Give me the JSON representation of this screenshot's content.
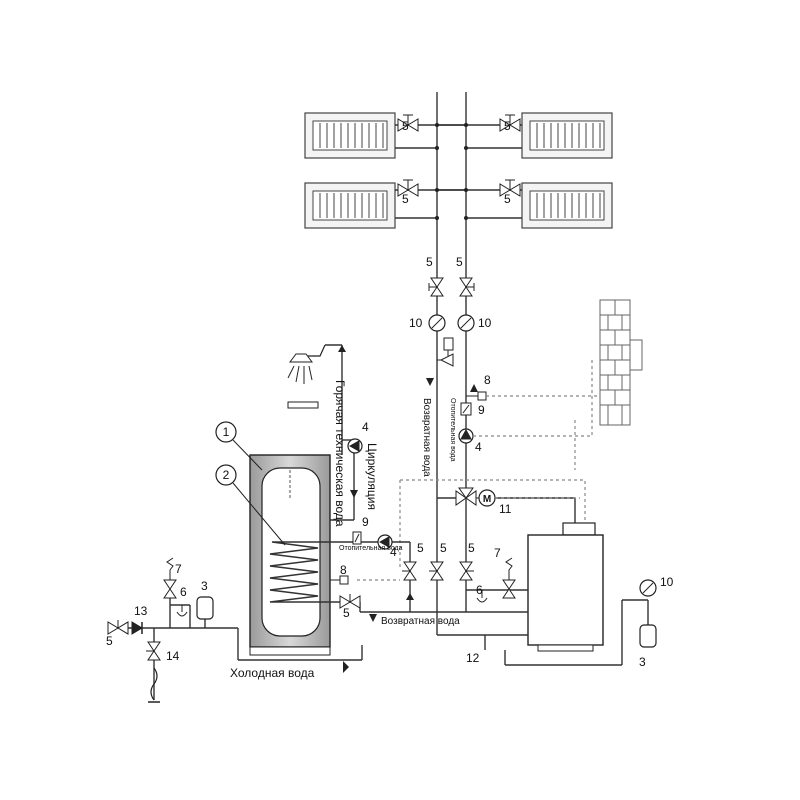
{
  "labels": {
    "hot_water": "Горячая техническая вода",
    "circulation": "Циркуляция",
    "return_water_mid": "Возвратная вода",
    "heating_water_mid": "Отопительная вода",
    "heating_water_small": "Отопительная вода",
    "return_water_bottom": "Возвратная вода",
    "cold_water": "Холодная вода"
  },
  "callouts": {
    "tank": "1",
    "coil": "2"
  },
  "numbers": {
    "n5_rad_tl": "5",
    "n5_rad_tr": "5",
    "n5_rad_bl": "5",
    "n5_rad_br": "5",
    "n5_riser_l": "5",
    "n5_riser_r": "5",
    "n10_l": "10",
    "n10_r": "10",
    "n8_top": "8",
    "n9_top": "9",
    "n4_top": "4",
    "n4_circ": "4",
    "n9_tank": "9",
    "n4_coil": "4",
    "n5_a": "5",
    "n5_b": "5",
    "n5_c": "5",
    "n8_tank": "8",
    "n5_tank": "5",
    "n11": "11",
    "n7_right": "7",
    "n6_right": "6",
    "n7_left": "7",
    "n6_left": "6",
    "n3_left": "3",
    "n13": "13",
    "n5_left": "5",
    "n14": "14",
    "n12": "12",
    "n10_far": "10",
    "n3_far": "3"
  },
  "icons": {
    "motor_letter": "M"
  }
}
